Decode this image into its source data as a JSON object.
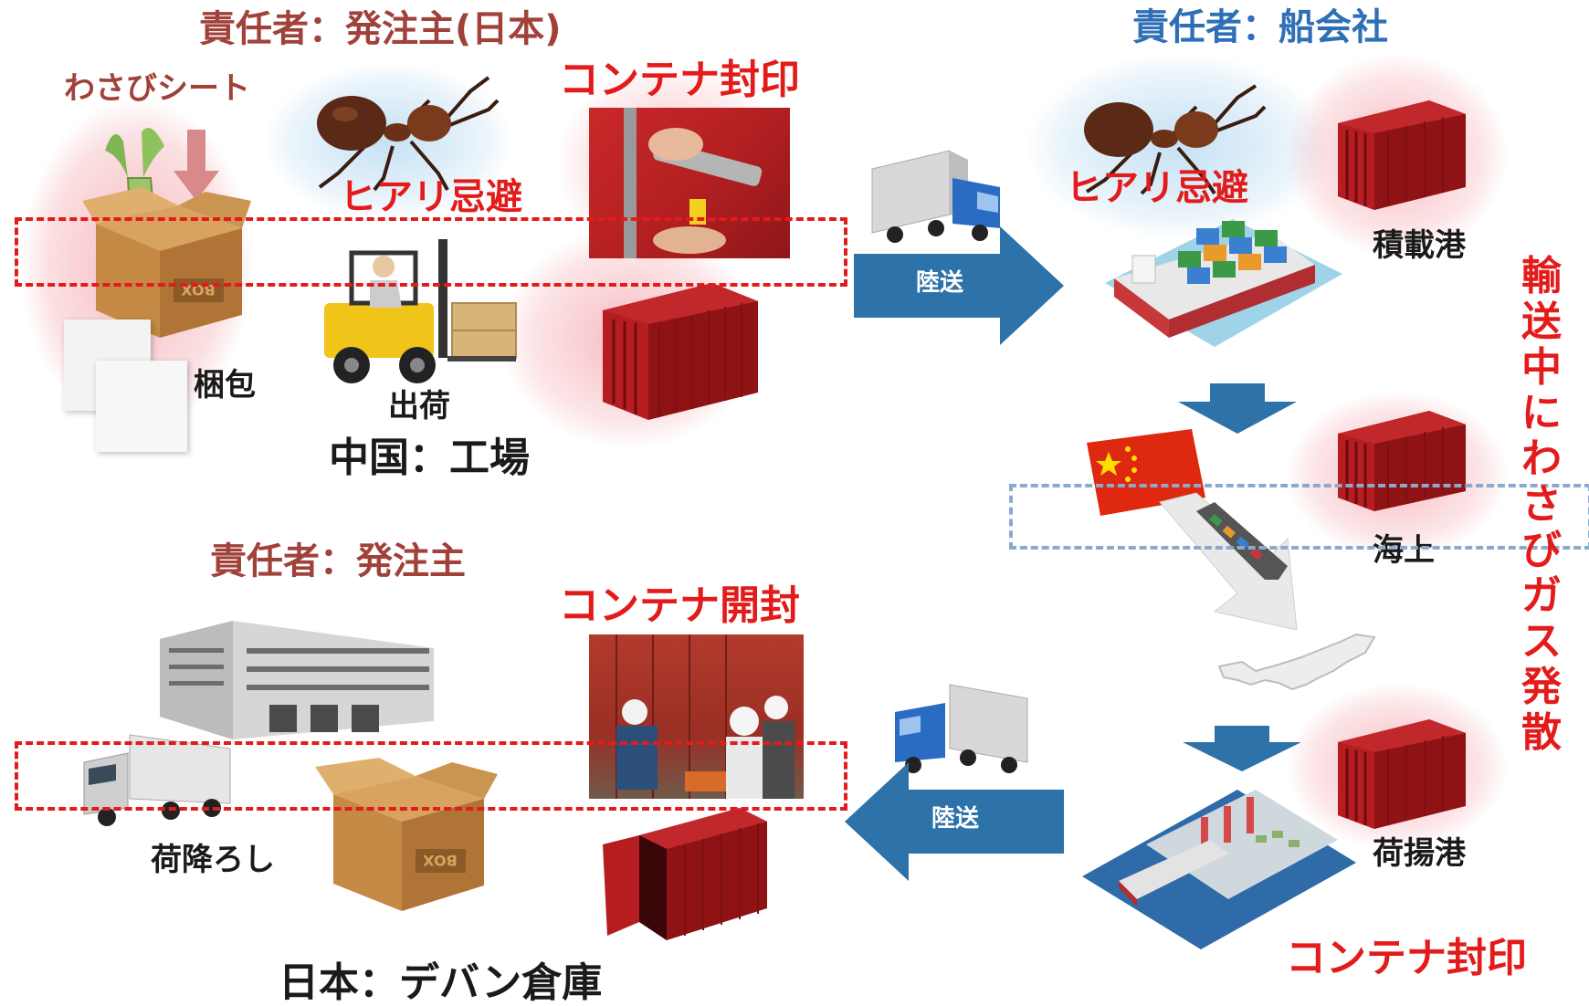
{
  "colors": {
    "responsible_owner": "#a0413a",
    "responsible_shipping": "#2e6fb5",
    "alert_red": "#e31b1b",
    "arrow_blue": "#2d72a8",
    "container_red": "#a3171a",
    "dashed_red": "#e31b1b",
    "dashed_blue": "#8aa9cf"
  },
  "top_left": {
    "responsible": "責任者：発注主(日本)",
    "wasabi_sheet": "わさびシート",
    "container_seal": "コンテナ封印",
    "fire_ant_avoid": "ヒアリ忌避",
    "packing": "梱包",
    "shipping": "出荷",
    "location": "中国：工場"
  },
  "top_right": {
    "responsible": "責任者：船会社",
    "fire_ant_avoid": "ヒアリ忌避",
    "loading_port": "積載港",
    "at_sea": "海上",
    "unloading_port": "荷揚港",
    "container_seal": "コンテナ封印"
  },
  "side": {
    "vertical_note": "輸送中にわさびガス発散"
  },
  "arrows": {
    "land_transport_top": "陸送",
    "land_transport_bottom": "陸送"
  },
  "bottom_left": {
    "responsible": "責任者：発注主",
    "container_open": "コンテナ開封",
    "unloading": "荷降ろし",
    "location": "日本：デバン倉庫"
  },
  "icons": {
    "wasabi": "wasabi-icon",
    "box": "cardboard-box-icon",
    "ant": "fire-ant-icon",
    "container": "shipping-container-icon",
    "truck": "truck-icon",
    "forklift": "forklift-icon",
    "ship": "container-ship-icon",
    "flag": "china-flag-icon",
    "warehouse": "warehouse-icon",
    "port": "port-icon"
  }
}
